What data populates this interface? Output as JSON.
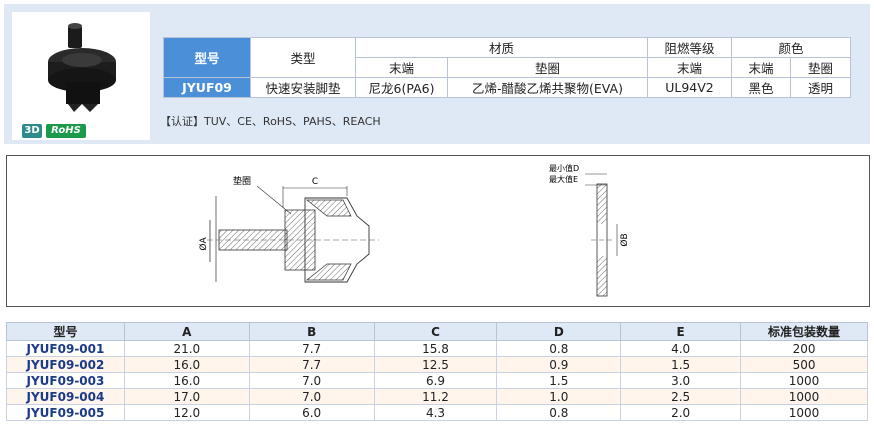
{
  "product": {
    "badges": [
      "3D",
      "RoHS"
    ],
    "spec_table": {
      "model_header": "型号",
      "type_header": "类型",
      "material_header": "材质",
      "flame_header": "阻燃等级",
      "color_header": "颜色",
      "end_label": "末端",
      "gasket_label": "垫圈",
      "model": "JYUF09",
      "type": "快速安装脚垫",
      "end_material": "尼龙6(PA6)",
      "gasket_material": "乙烯-醋酸乙烯共聚物(EVA)",
      "flame_end": "UL94V2",
      "color_end": "黑色",
      "color_gasket": "透明"
    },
    "certification": "【认证】TUV、CE、RoHS、PAHS、REACH"
  },
  "drawing": {
    "gasket_label": "垫圈",
    "c_label": "C",
    "a_label": "ØA",
    "b_label": "ØB",
    "min_d_label": "最小值D",
    "max_e_label": "最大值E"
  },
  "dim_table": {
    "headers": [
      "型号",
      "A",
      "B",
      "C",
      "D",
      "E",
      "标准包装数量"
    ],
    "rows": [
      [
        "JYUF09-001",
        "21.0",
        "7.7",
        "15.8",
        "0.8",
        "4.0",
        "200"
      ],
      [
        "JYUF09-002",
        "16.0",
        "7.7",
        "12.5",
        "0.9",
        "1.5",
        "500"
      ],
      [
        "JYUF09-003",
        "16.0",
        "7.0",
        "6.9",
        "1.5",
        "3.0",
        "1000"
      ],
      [
        "JYUF09-004",
        "17.0",
        "7.0",
        "11.2",
        "1.0",
        "2.5",
        "1000"
      ],
      [
        "JYUF09-005",
        "12.0",
        "6.0",
        "4.3",
        "0.8",
        "2.0",
        "1000"
      ]
    ]
  }
}
